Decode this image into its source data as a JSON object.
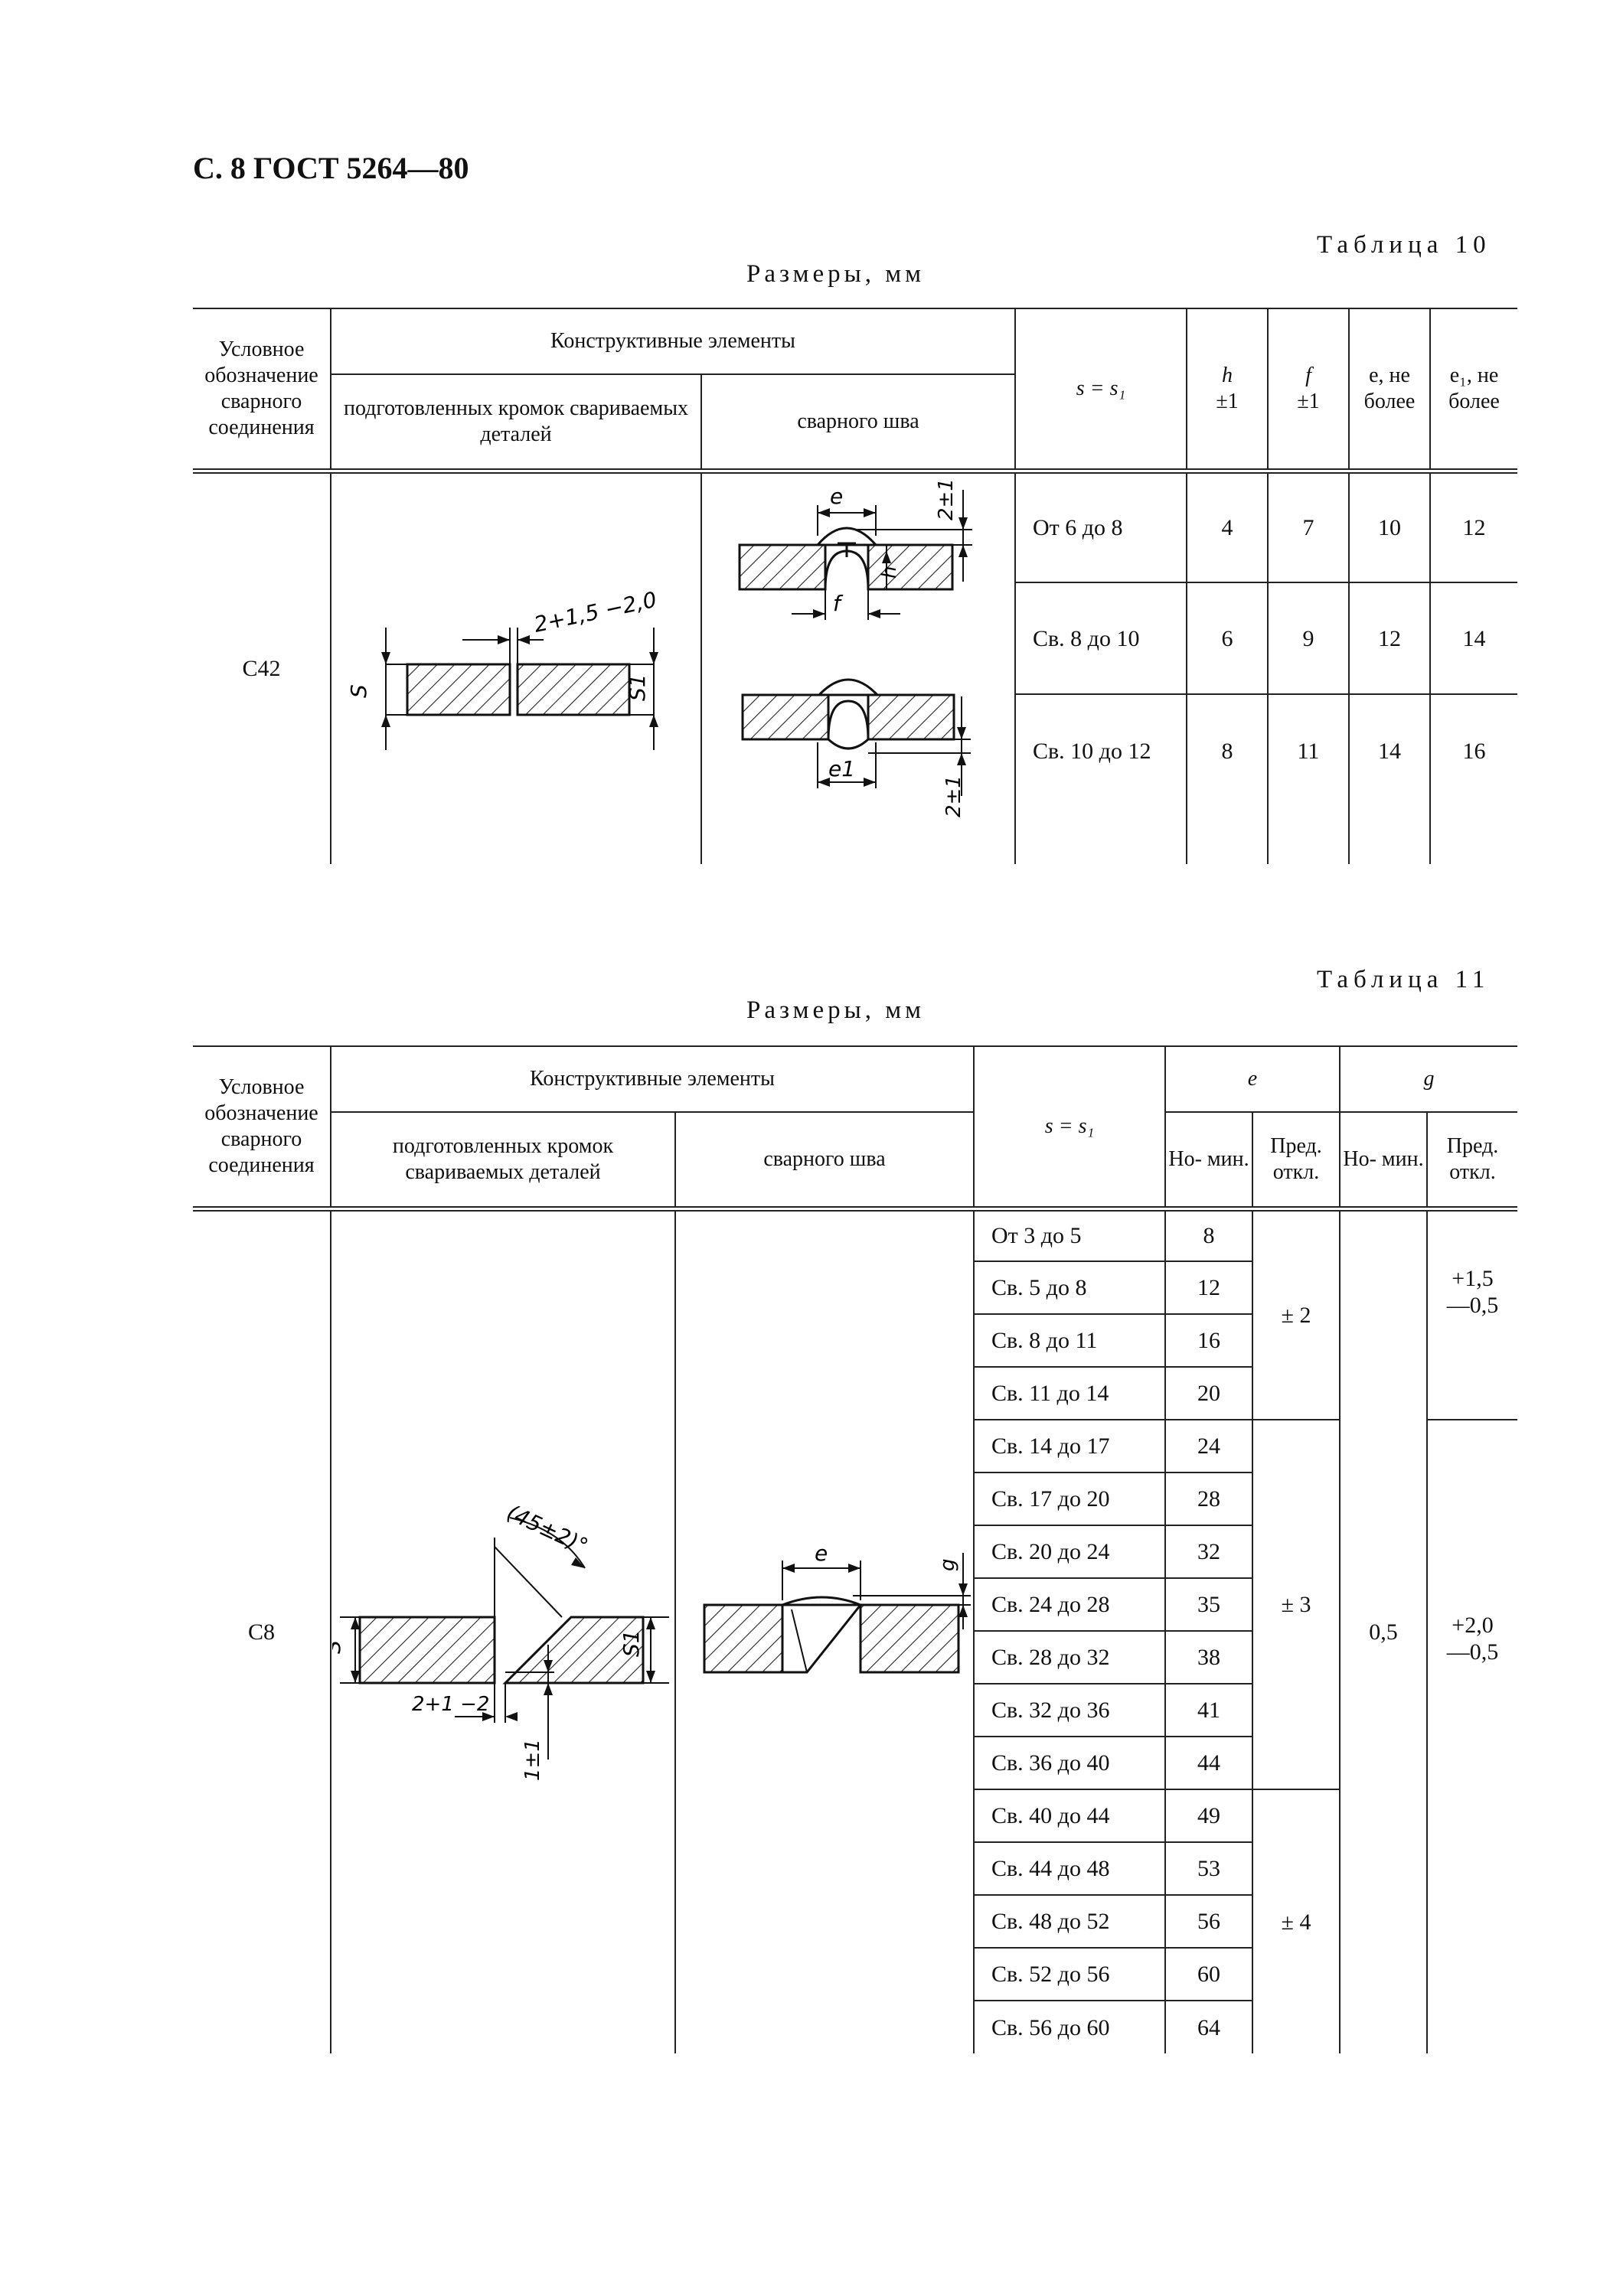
{
  "page_header": "С. 8 ГОСТ 5264—80",
  "table10": {
    "caption": "Таблица 10",
    "units": "Размеры, мм",
    "headers": {
      "designation": "Условное обозначение сварного соединения",
      "elements": "Конструктивные элементы",
      "prepared": "подготовленных кромок свариваемых деталей",
      "weld": "сварного шва",
      "s": "s = s₁",
      "h_sym": "h",
      "h_tol": "±1",
      "f_sym": "f",
      "f_tol": "±1",
      "e_label": "e, не более",
      "e1_label": "e₁, не более"
    },
    "designation": "С42",
    "drawing_labels": {
      "gap": "2+1,5 −2,0",
      "s": "S",
      "s1": "S1",
      "e": "e",
      "h": "h",
      "f": "f",
      "e1": "e1",
      "reinf": "2±1"
    },
    "rows": [
      {
        "s": "От 6 до 8",
        "h": "4",
        "f": "7",
        "e": "10",
        "e1": "12"
      },
      {
        "s": "Св. 8 до 10",
        "h": "6",
        "f": "9",
        "e": "12",
        "e1": "14"
      },
      {
        "s": "Св. 10 до 12",
        "h": "8",
        "f": "11",
        "e": "14",
        "e1": "16"
      }
    ]
  },
  "table11": {
    "caption": "Таблица 11",
    "units": "Размеры, мм",
    "headers": {
      "designation": "Условное обозначение сварного соединения",
      "elements": "Конструктивные элементы",
      "prepared": "подготовленных кромок свариваемых деталей",
      "weld": "сварного шва",
      "s": "s = s₁",
      "e": "e",
      "g": "g",
      "nom": "Но- мин.",
      "tol": "Пред. откл."
    },
    "designation": "С8",
    "drawing_labels": {
      "angle": "(45±2)°",
      "s": "S",
      "s1": "S1",
      "gap": "2+1 −2",
      "root": "1±1",
      "e": "e",
      "g": "g"
    },
    "s_ranges": [
      "От 3 до 5",
      "Св. 5 до 8",
      "Св. 8 до 11",
      "Св. 11 до 14",
      "Св. 14 до 17",
      "Св. 17 до 20",
      "Св. 20 до 24",
      "Св. 24 до 28",
      "Св. 28 до 32",
      "Св. 32 до 36",
      "Св. 36 до 40",
      "Св. 40 до 44",
      "Св. 44 до 48",
      "Св. 48 до 52",
      "Св. 52 до 56",
      "Св. 56 до 60"
    ],
    "e_nominal": [
      "8",
      "12",
      "16",
      "20",
      "24",
      "28",
      "32",
      "35",
      "38",
      "41",
      "44",
      "49",
      "53",
      "56",
      "60",
      "64"
    ],
    "e_tol": [
      "± 2",
      "± 3",
      "± 4"
    ],
    "g_nominal": "0,5",
    "g_tol_1": [
      "+1,5",
      "—0,5"
    ],
    "g_tol_2": [
      "+2,0",
      "—0,5"
    ]
  }
}
